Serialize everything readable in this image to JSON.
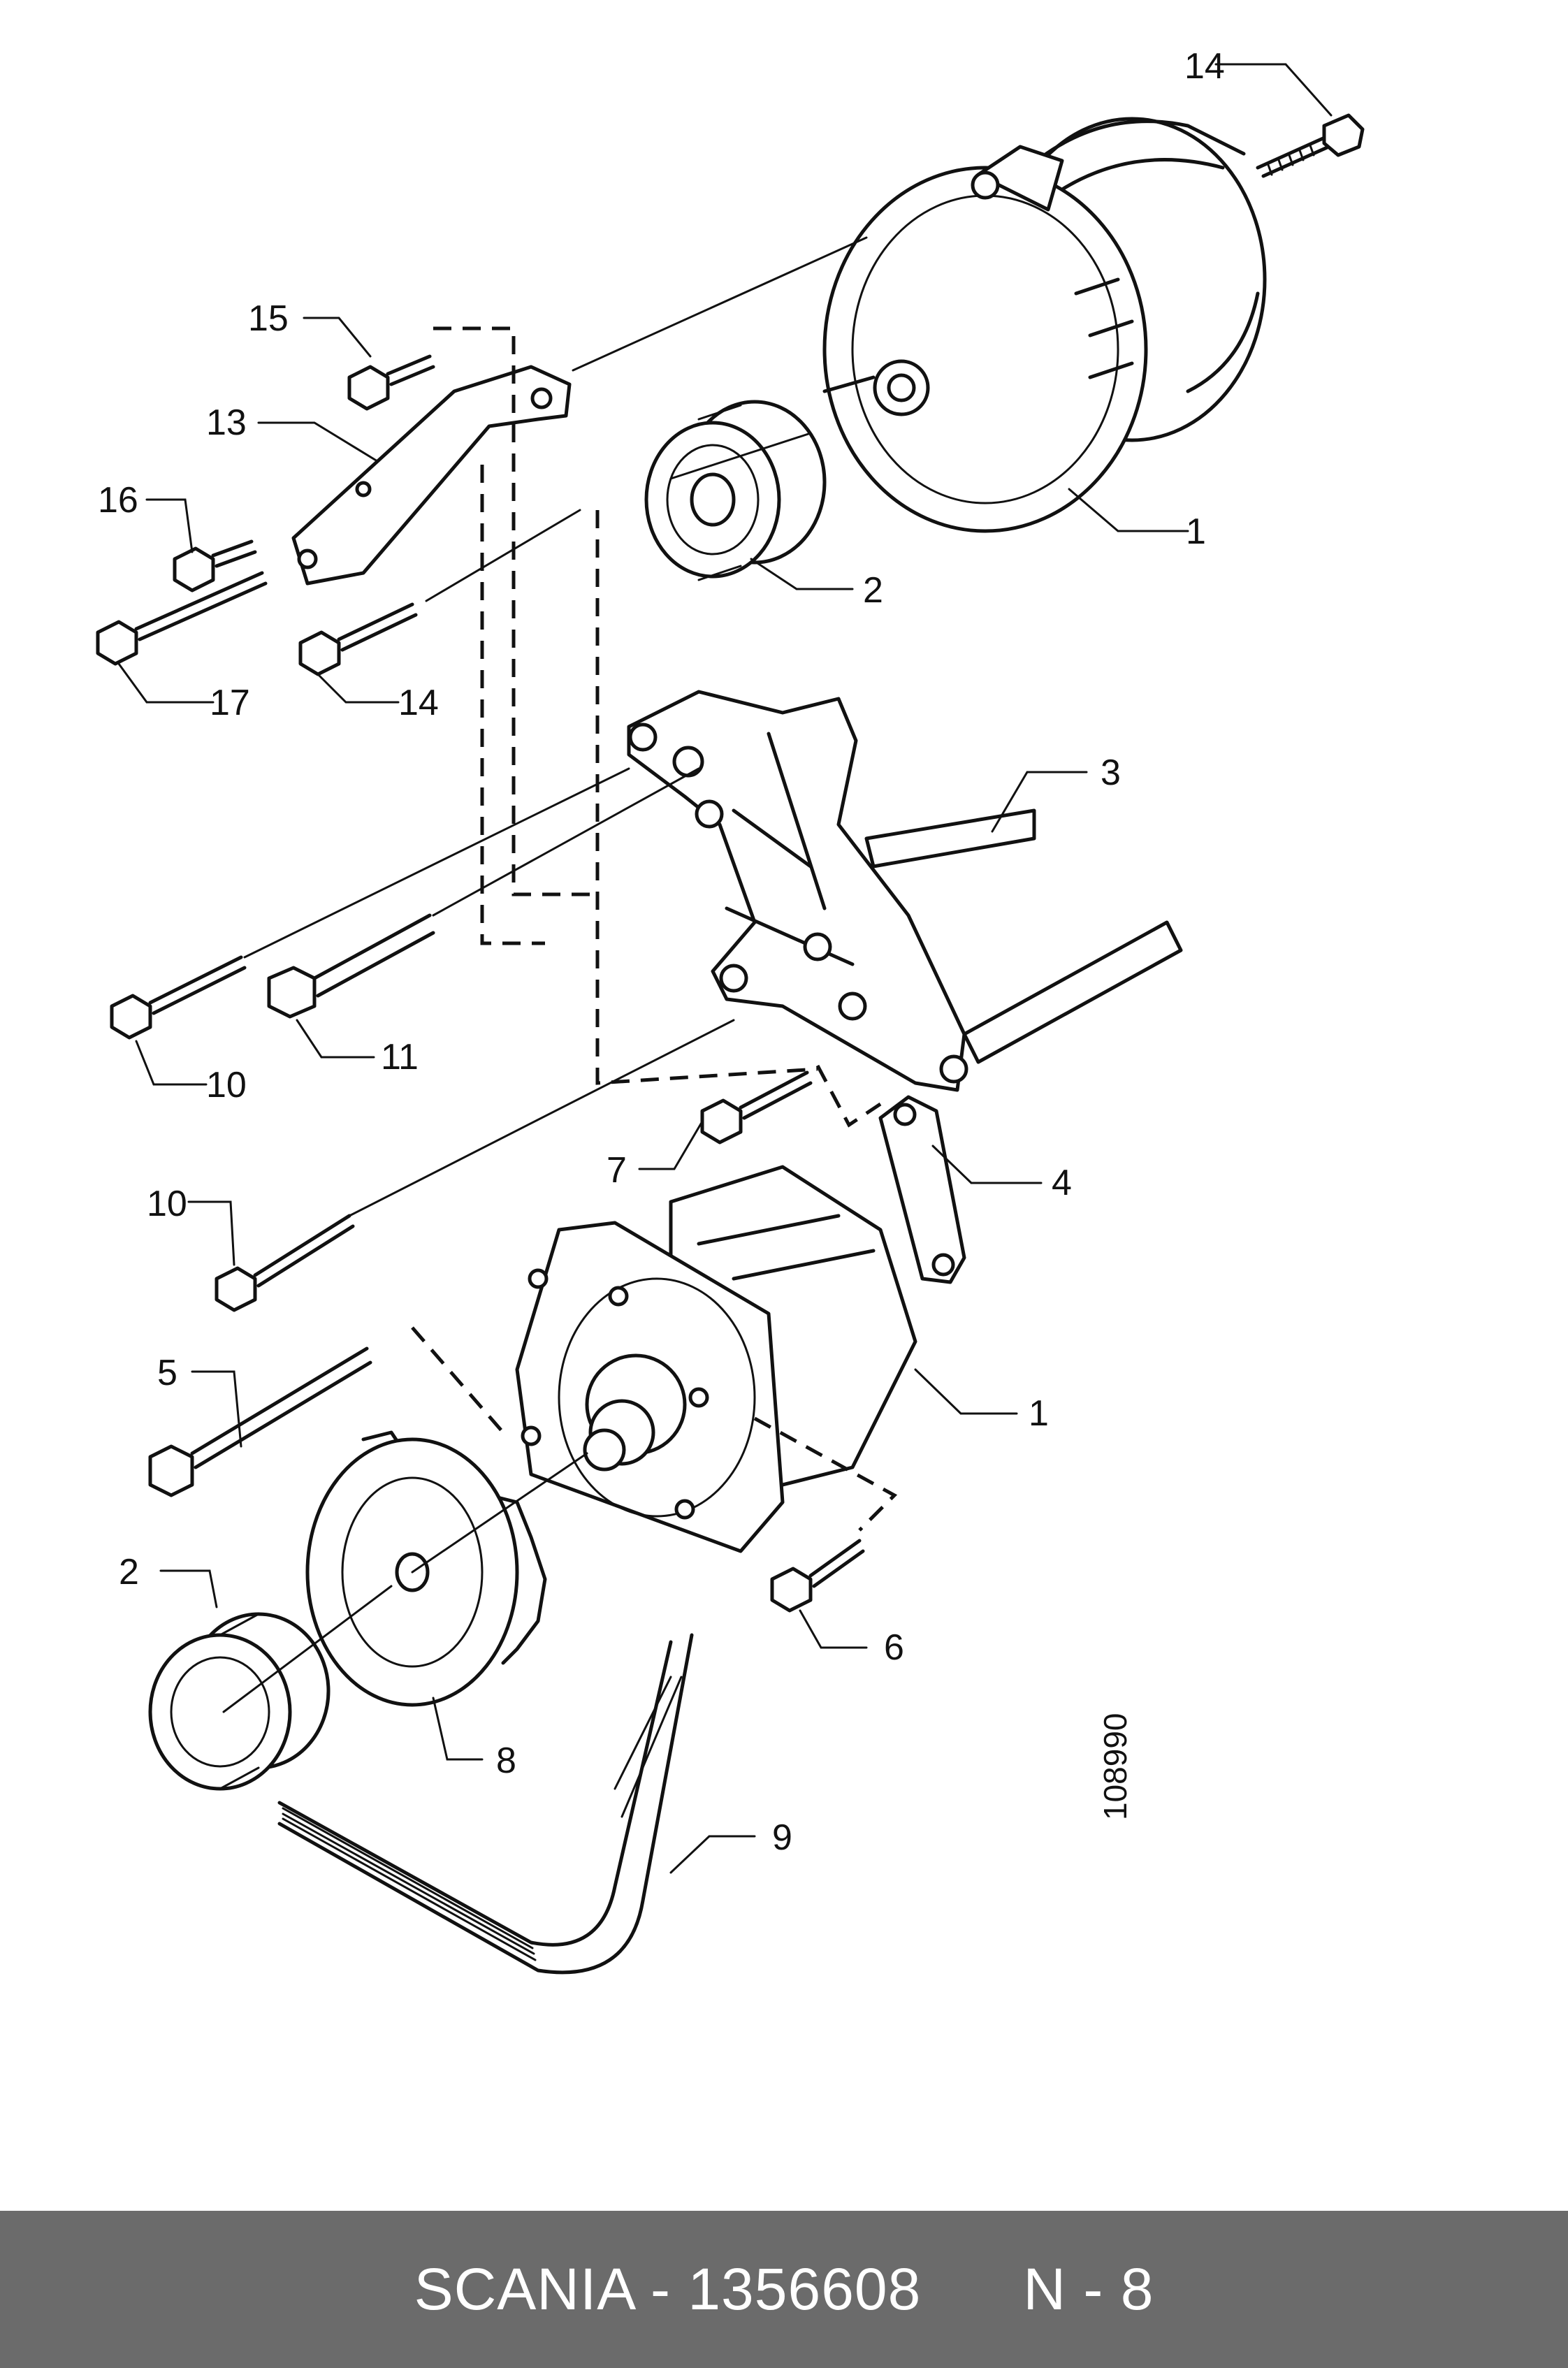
{
  "diagram": {
    "drawing_number": "108990",
    "callouts": [
      {
        "id": "c14a",
        "label": "14"
      },
      {
        "id": "c1a",
        "label": "1"
      },
      {
        "id": "c15",
        "label": "15"
      },
      {
        "id": "c13",
        "label": "13"
      },
      {
        "id": "c16",
        "label": "16"
      },
      {
        "id": "c2a",
        "label": "2"
      },
      {
        "id": "c17",
        "label": "17"
      },
      {
        "id": "c14b",
        "label": "14"
      },
      {
        "id": "c3",
        "label": "3"
      },
      {
        "id": "c10a",
        "label": "10"
      },
      {
        "id": "c11",
        "label": "11"
      },
      {
        "id": "c7",
        "label": "7"
      },
      {
        "id": "c4",
        "label": "4"
      },
      {
        "id": "c10b",
        "label": "10"
      },
      {
        "id": "c5",
        "label": "5"
      },
      {
        "id": "c1b",
        "label": "1"
      },
      {
        "id": "c2b",
        "label": "2"
      },
      {
        "id": "c6",
        "label": "6"
      },
      {
        "id": "c8",
        "label": "8"
      },
      {
        "id": "c9",
        "label": "9"
      }
    ]
  },
  "footer": {
    "text": "SCANIA - 1356608      N - 8",
    "background": "#6b6b6b",
    "text_color": "#ffffff"
  }
}
